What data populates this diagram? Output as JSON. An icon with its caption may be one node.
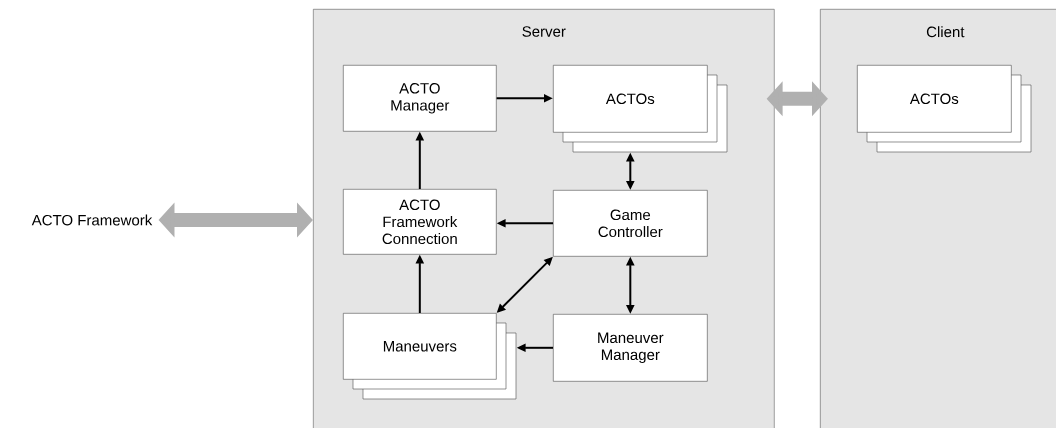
{
  "diagram": {
    "nodes": [
      {
        "text": [
          "Server"
        ]
      },
      {
        "text": [
          "ACTO Manager"
        ],
        "in": 0
      },
      {
        "text": [
          "ACTOs"
        ],
        "in": 0
      },
      {
        "text": [
          "ACTO Framework Connection"
        ],
        "in": 0
      },
      {
        "text": [
          "Game Controller"
        ],
        "in": 0
      },
      {
        "text": [
          "Maneuvers"
        ],
        "in": 0
      },
      {
        "text": [
          "Maneuver Manager"
        ],
        "in": 0
      },
      {
        "text": [
          "Client"
        ]
      },
      {
        "text": [
          "ACTOs"
        ],
        "in": 7
      },
      {
        "text": [
          "ACTO Framework"
        ]
      }
    ],
    "edges": [
      {
        "from": 1,
        "to": 2,
        "arrow": "to"
      },
      {
        "from": 3,
        "to": 1,
        "arrow": "to"
      },
      {
        "from": 2,
        "to": 4,
        "arrow": "both"
      },
      {
        "from": 4,
        "to": 3,
        "arrow": "to"
      },
      {
        "from": 4,
        "to": 5,
        "arrow": "both"
      },
      {
        "from": 5,
        "to": 3,
        "arrow": "to"
      },
      {
        "from": 6,
        "to": 5,
        "arrow": "to"
      },
      {
        "from": 4,
        "to": 6,
        "arrow": "both"
      },
      {
        "from": 9,
        "to": 0,
        "arrow": "both",
        "style": "thick",
        "color": "#b0b0b0"
      },
      {
        "from": 0,
        "to": 7,
        "arrow": "both",
        "style": "thick",
        "color": "#b0b0b0"
      }
    ]
  }
}
